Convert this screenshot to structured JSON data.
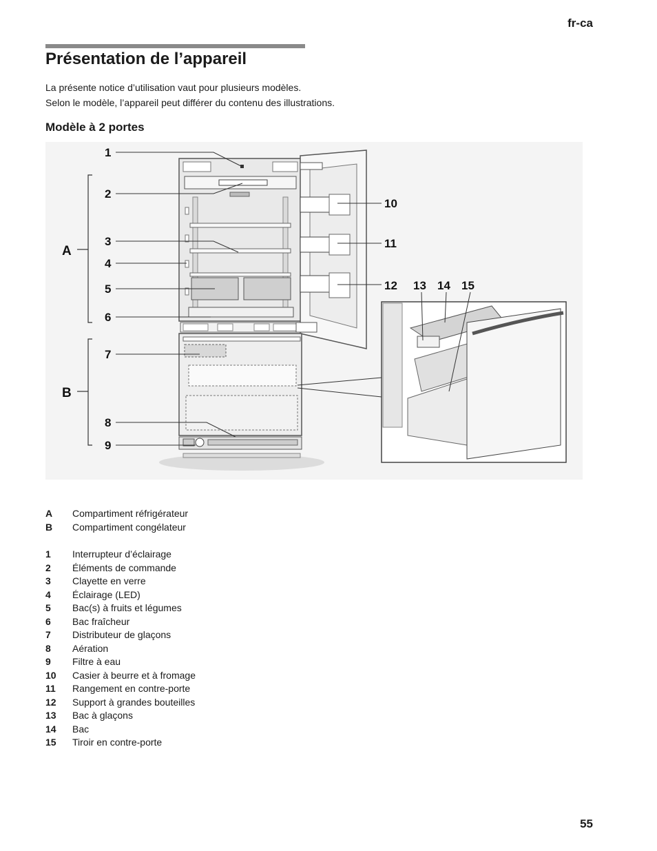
{
  "header": {
    "lang": "fr-ca"
  },
  "title": "Présentation de l’appareil",
  "intro": [
    "La présente notice d’utilisation vaut pour plusieurs modèles.",
    "Selon le modèle, l’appareil peut différer du contenu des illustrations."
  ],
  "subheading": "Modèle à 2 portes",
  "figure": {
    "group_labels": [
      "A",
      "B"
    ],
    "callouts": [
      "1",
      "2",
      "3",
      "4",
      "5",
      "6",
      "7",
      "8",
      "9",
      "10",
      "11",
      "12",
      "13",
      "14",
      "15"
    ]
  },
  "legend_groups": [
    {
      "key": "A",
      "text": "Compartiment réfrigérateur"
    },
    {
      "key": "B",
      "text": "Compartiment congélateur"
    }
  ],
  "legend_items": [
    {
      "key": "1",
      "text": "Interrupteur d’éclairage"
    },
    {
      "key": "2",
      "text": "Éléments de commande"
    },
    {
      "key": "3",
      "text": "Clayette en verre"
    },
    {
      "key": "4",
      "text": "Éclairage (LED)"
    },
    {
      "key": "5",
      "text": "Bac(s) à fruits et légumes"
    },
    {
      "key": "6",
      "text": "Bac fraîcheur"
    },
    {
      "key": "7",
      "text": "Distributeur de glaçons"
    },
    {
      "key": "8",
      "text": "Aération"
    },
    {
      "key": "9",
      "text": "Filtre à eau"
    },
    {
      "key": "10",
      "text": "Casier à beurre et à fromage"
    },
    {
      "key": "11",
      "text": "Rangement en contre-porte"
    },
    {
      "key": "12",
      "text": "Support à grandes bouteilles"
    },
    {
      "key": "13",
      "text": "Bac à glaçons"
    },
    {
      "key": "14",
      "text": "Bac"
    },
    {
      "key": "15",
      "text": "Tiroir en contre-porte"
    }
  ],
  "page_number": "55"
}
